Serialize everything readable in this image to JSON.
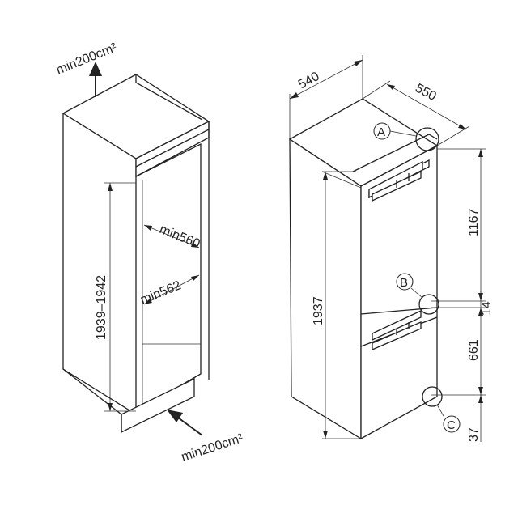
{
  "left_view": {
    "vent_top_label": "min200cm²",
    "vent_bottom_label": "min200cm²",
    "height_range_label": "1939–1942",
    "width_top_label": "min560",
    "width_mid_label": "min562"
  },
  "right_view": {
    "depth_label": "540",
    "width_label": "550",
    "overall_height_label": "1937",
    "upper_height_label": "1167",
    "gap_label": "14",
    "lower_height_label": "661",
    "bottom_offset_label": "37",
    "callouts": [
      "A",
      "B",
      "C"
    ]
  }
}
